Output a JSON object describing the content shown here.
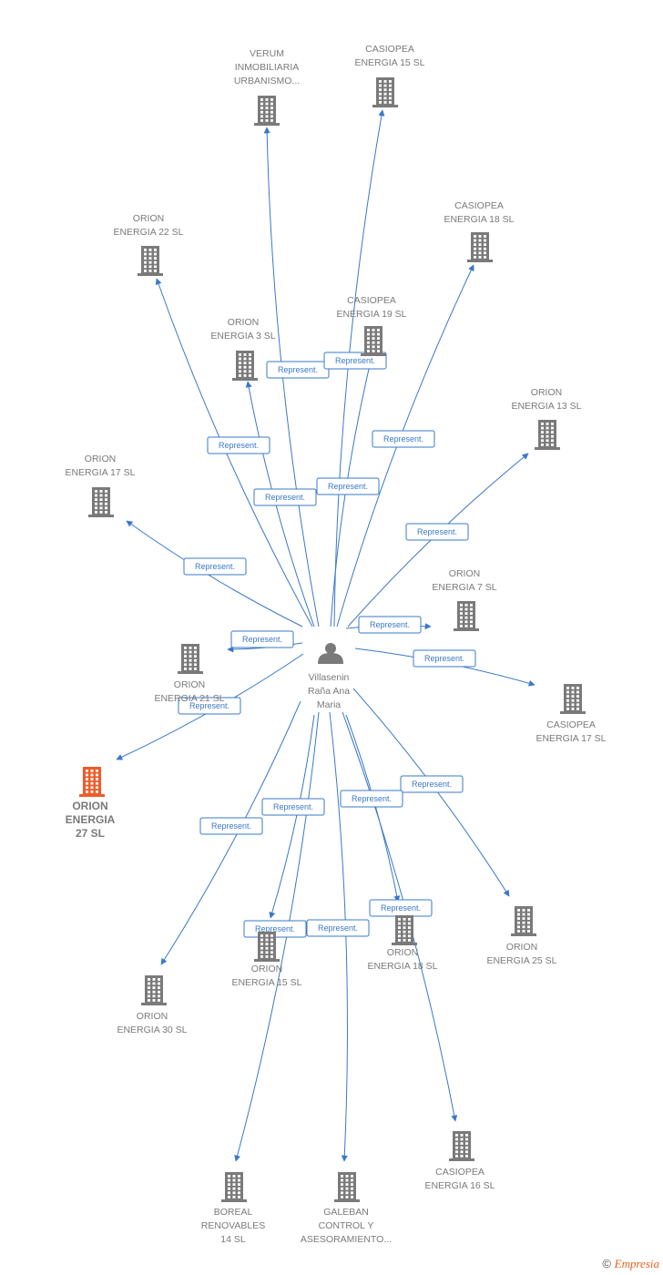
{
  "colors": {
    "edge": "#3a78c8",
    "node": "#7a7a7a",
    "highlight": "#f05a28",
    "person": "#7a7a7a"
  },
  "center": {
    "label": [
      "Villasenin",
      "Raña Ana",
      "Maria"
    ],
    "icon": "person-icon"
  },
  "edge_label": "Represent.",
  "nodes": [
    {
      "id": "verum",
      "label": [
        "VERUM",
        "INMOBILIARIA",
        "URBANISMO..."
      ],
      "icon": "building-icon"
    },
    {
      "id": "casiopea15",
      "label": [
        "CASIOPEA",
        "ENERGIA 15 SL"
      ],
      "icon": "building-icon"
    },
    {
      "id": "orion22",
      "label": [
        "ORION",
        "ENERGIA 22 SL"
      ],
      "icon": "building-icon"
    },
    {
      "id": "casiopea18",
      "label": [
        "CASIOPEA",
        "ENERGIA 18 SL"
      ],
      "icon": "building-icon"
    },
    {
      "id": "casiopea19",
      "label": [
        "CASIOPEA",
        "ENERGIA 19 SL"
      ],
      "icon": "building-icon"
    },
    {
      "id": "orion3",
      "label": [
        "ORION",
        "ENERGIA 3 SL"
      ],
      "icon": "building-icon"
    },
    {
      "id": "orion13",
      "label": [
        "ORION",
        "ENERGIA 13 SL"
      ],
      "icon": "building-icon"
    },
    {
      "id": "orion17",
      "label": [
        "ORION",
        "ENERGIA 17 SL"
      ],
      "icon": "building-icon"
    },
    {
      "id": "orion7",
      "label": [
        "ORION",
        "ENERGIA 7 SL"
      ],
      "icon": "building-icon"
    },
    {
      "id": "orion21",
      "label": [
        "ORION",
        "ENERGIA 21 SL"
      ],
      "icon": "building-icon"
    },
    {
      "id": "casiopea17",
      "label": [
        "CASIOPEA",
        "ENERGIA 17 SL"
      ],
      "icon": "building-icon"
    },
    {
      "id": "orion27",
      "label": [
        "ORION",
        "ENERGIA",
        "27 SL"
      ],
      "icon": "building-icon",
      "highlight": true
    },
    {
      "id": "orion25",
      "label": [
        "ORION",
        "ENERGIA 25 SL"
      ],
      "icon": "building-icon"
    },
    {
      "id": "orion18",
      "label": [
        "ORION",
        "ENERGIA 18 SL"
      ],
      "icon": "building-icon"
    },
    {
      "id": "orion15",
      "label": [
        "ORION",
        "ENERGIA 15 SL"
      ],
      "icon": "building-icon"
    },
    {
      "id": "orion30",
      "label": [
        "ORION",
        "ENERGIA 30 SL"
      ],
      "icon": "building-icon"
    },
    {
      "id": "casiopea16",
      "label": [
        "CASIOPEA",
        "ENERGIA 16 SL"
      ],
      "icon": "building-icon"
    },
    {
      "id": "boreal14",
      "label": [
        "BOREAL",
        "RENOVABLES",
        "14 SL"
      ],
      "icon": "building-icon"
    },
    {
      "id": "galeban",
      "label": [
        "GALEBAN",
        "CONTROL Y",
        "ASESORAMIENTO..."
      ],
      "icon": "building-icon"
    }
  ],
  "edges": [
    {
      "from": "center",
      "to": "verum",
      "label": "Represent."
    },
    {
      "from": "center",
      "to": "casiopea15",
      "label": "Represent."
    },
    {
      "from": "center",
      "to": "orion22",
      "label": "Represent."
    },
    {
      "from": "center",
      "to": "casiopea18",
      "label": "Represent."
    },
    {
      "from": "center",
      "to": "casiopea19",
      "label": "Represent."
    },
    {
      "from": "center",
      "to": "orion3",
      "label": "Represent."
    },
    {
      "from": "center",
      "to": "orion13",
      "label": "Represent."
    },
    {
      "from": "center",
      "to": "orion17",
      "label": "Represent."
    },
    {
      "from": "center",
      "to": "orion7",
      "label": "Represent."
    },
    {
      "from": "center",
      "to": "orion21",
      "label": "Represent."
    },
    {
      "from": "center",
      "to": "casiopea17",
      "label": "Represent."
    },
    {
      "from": "center",
      "to": "orion27",
      "label": "Represent."
    },
    {
      "from": "center",
      "to": "orion25",
      "label": "Represent."
    },
    {
      "from": "center",
      "to": "orion18",
      "label": "Represent."
    },
    {
      "from": "center",
      "to": "orion15",
      "label": "Represent."
    },
    {
      "from": "center",
      "to": "orion30",
      "label": "Represent."
    },
    {
      "from": "center",
      "to": "casiopea16",
      "label": "Represent."
    },
    {
      "from": "center",
      "to": "boreal14",
      "label": "Represent."
    },
    {
      "from": "center",
      "to": "galeban",
      "label": "Represent."
    }
  ],
  "footer": {
    "copyright": "©",
    "brand": "Empresia"
  }
}
